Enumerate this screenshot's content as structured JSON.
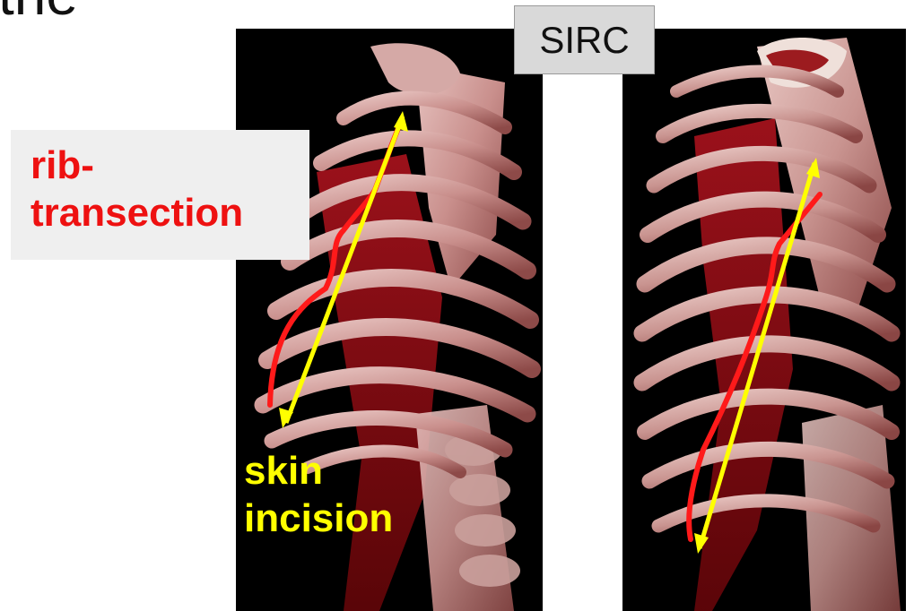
{
  "top_word": "the",
  "sirc_label": "SIRC",
  "rib_label": {
    "line1": "rib-",
    "line2": "transection"
  },
  "skin_label": {
    "line1": "skin",
    "line2": "incision"
  },
  "colors": {
    "transection_line": "#ff1a1a",
    "incision_arrow": "#ffff00",
    "bone": "#d9a8a6",
    "vessel": "#8b0a12",
    "background": "#000000"
  }
}
